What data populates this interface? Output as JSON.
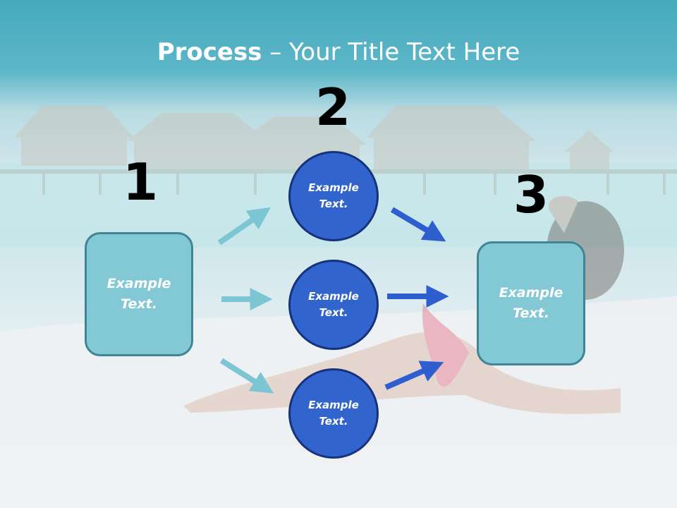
{
  "title": {
    "bold": "Process",
    "rest": " – Your Title Text Here"
  },
  "steps": [
    {
      "number": "1"
    },
    {
      "number": "2"
    },
    {
      "number": "3"
    }
  ],
  "left_box": {
    "text": "Example\nText."
  },
  "right_box": {
    "text": "Example\nText."
  },
  "circles": [
    {
      "text": "Example\nText."
    },
    {
      "text": "Example\nText."
    },
    {
      "text": "Example\nText."
    }
  ],
  "colors": {
    "box_fill": "#82c9d5",
    "box_border": "#3f8594",
    "circle_fill": "#3164cc",
    "circle_border": "#17327a",
    "arrow_light": "#7cc6d3",
    "arrow_dark": "#2f5fcf"
  }
}
